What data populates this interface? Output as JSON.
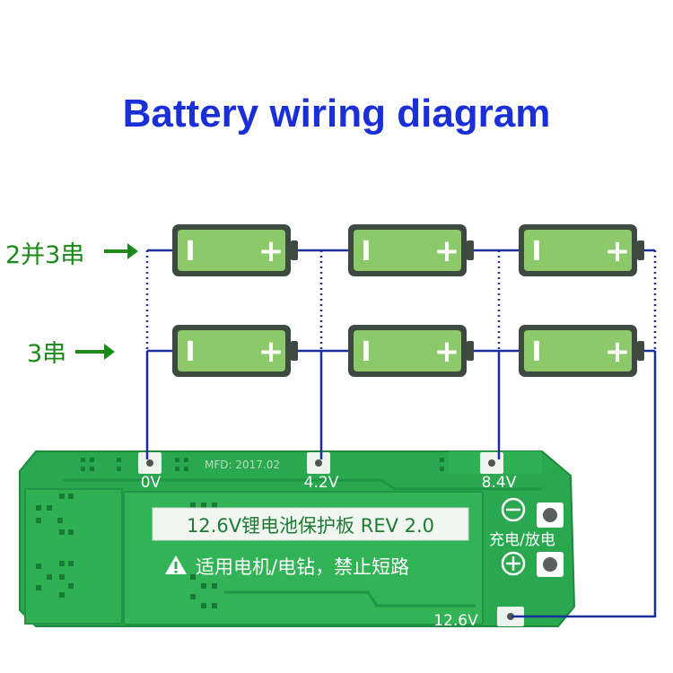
{
  "title": "Battery wiring diagram",
  "row_labels": {
    "row1": "2并3串",
    "row2": "3串"
  },
  "battery": {
    "minus": "I",
    "plus": "+"
  },
  "board": {
    "pads": {
      "p0": "0V",
      "p1": "4.2V",
      "p2": "8.4V",
      "p3": "12.6V"
    },
    "mfd": "MFD: 2017.02",
    "product_label": "12.6V锂电池保护板 REV 2.0",
    "warning": "适用电机/电钻，禁止短路",
    "charge_discharge": "充电/放电",
    "minus_symbol": "−",
    "plus_symbol": "+"
  },
  "colors": {
    "title": "#1a2fd6",
    "label_green": "#1c8a18",
    "battery_fill": "#8cc96a",
    "battery_shell": "#3e4a40",
    "wire": "#1a2f9f",
    "pcb": "#2aa84f"
  }
}
